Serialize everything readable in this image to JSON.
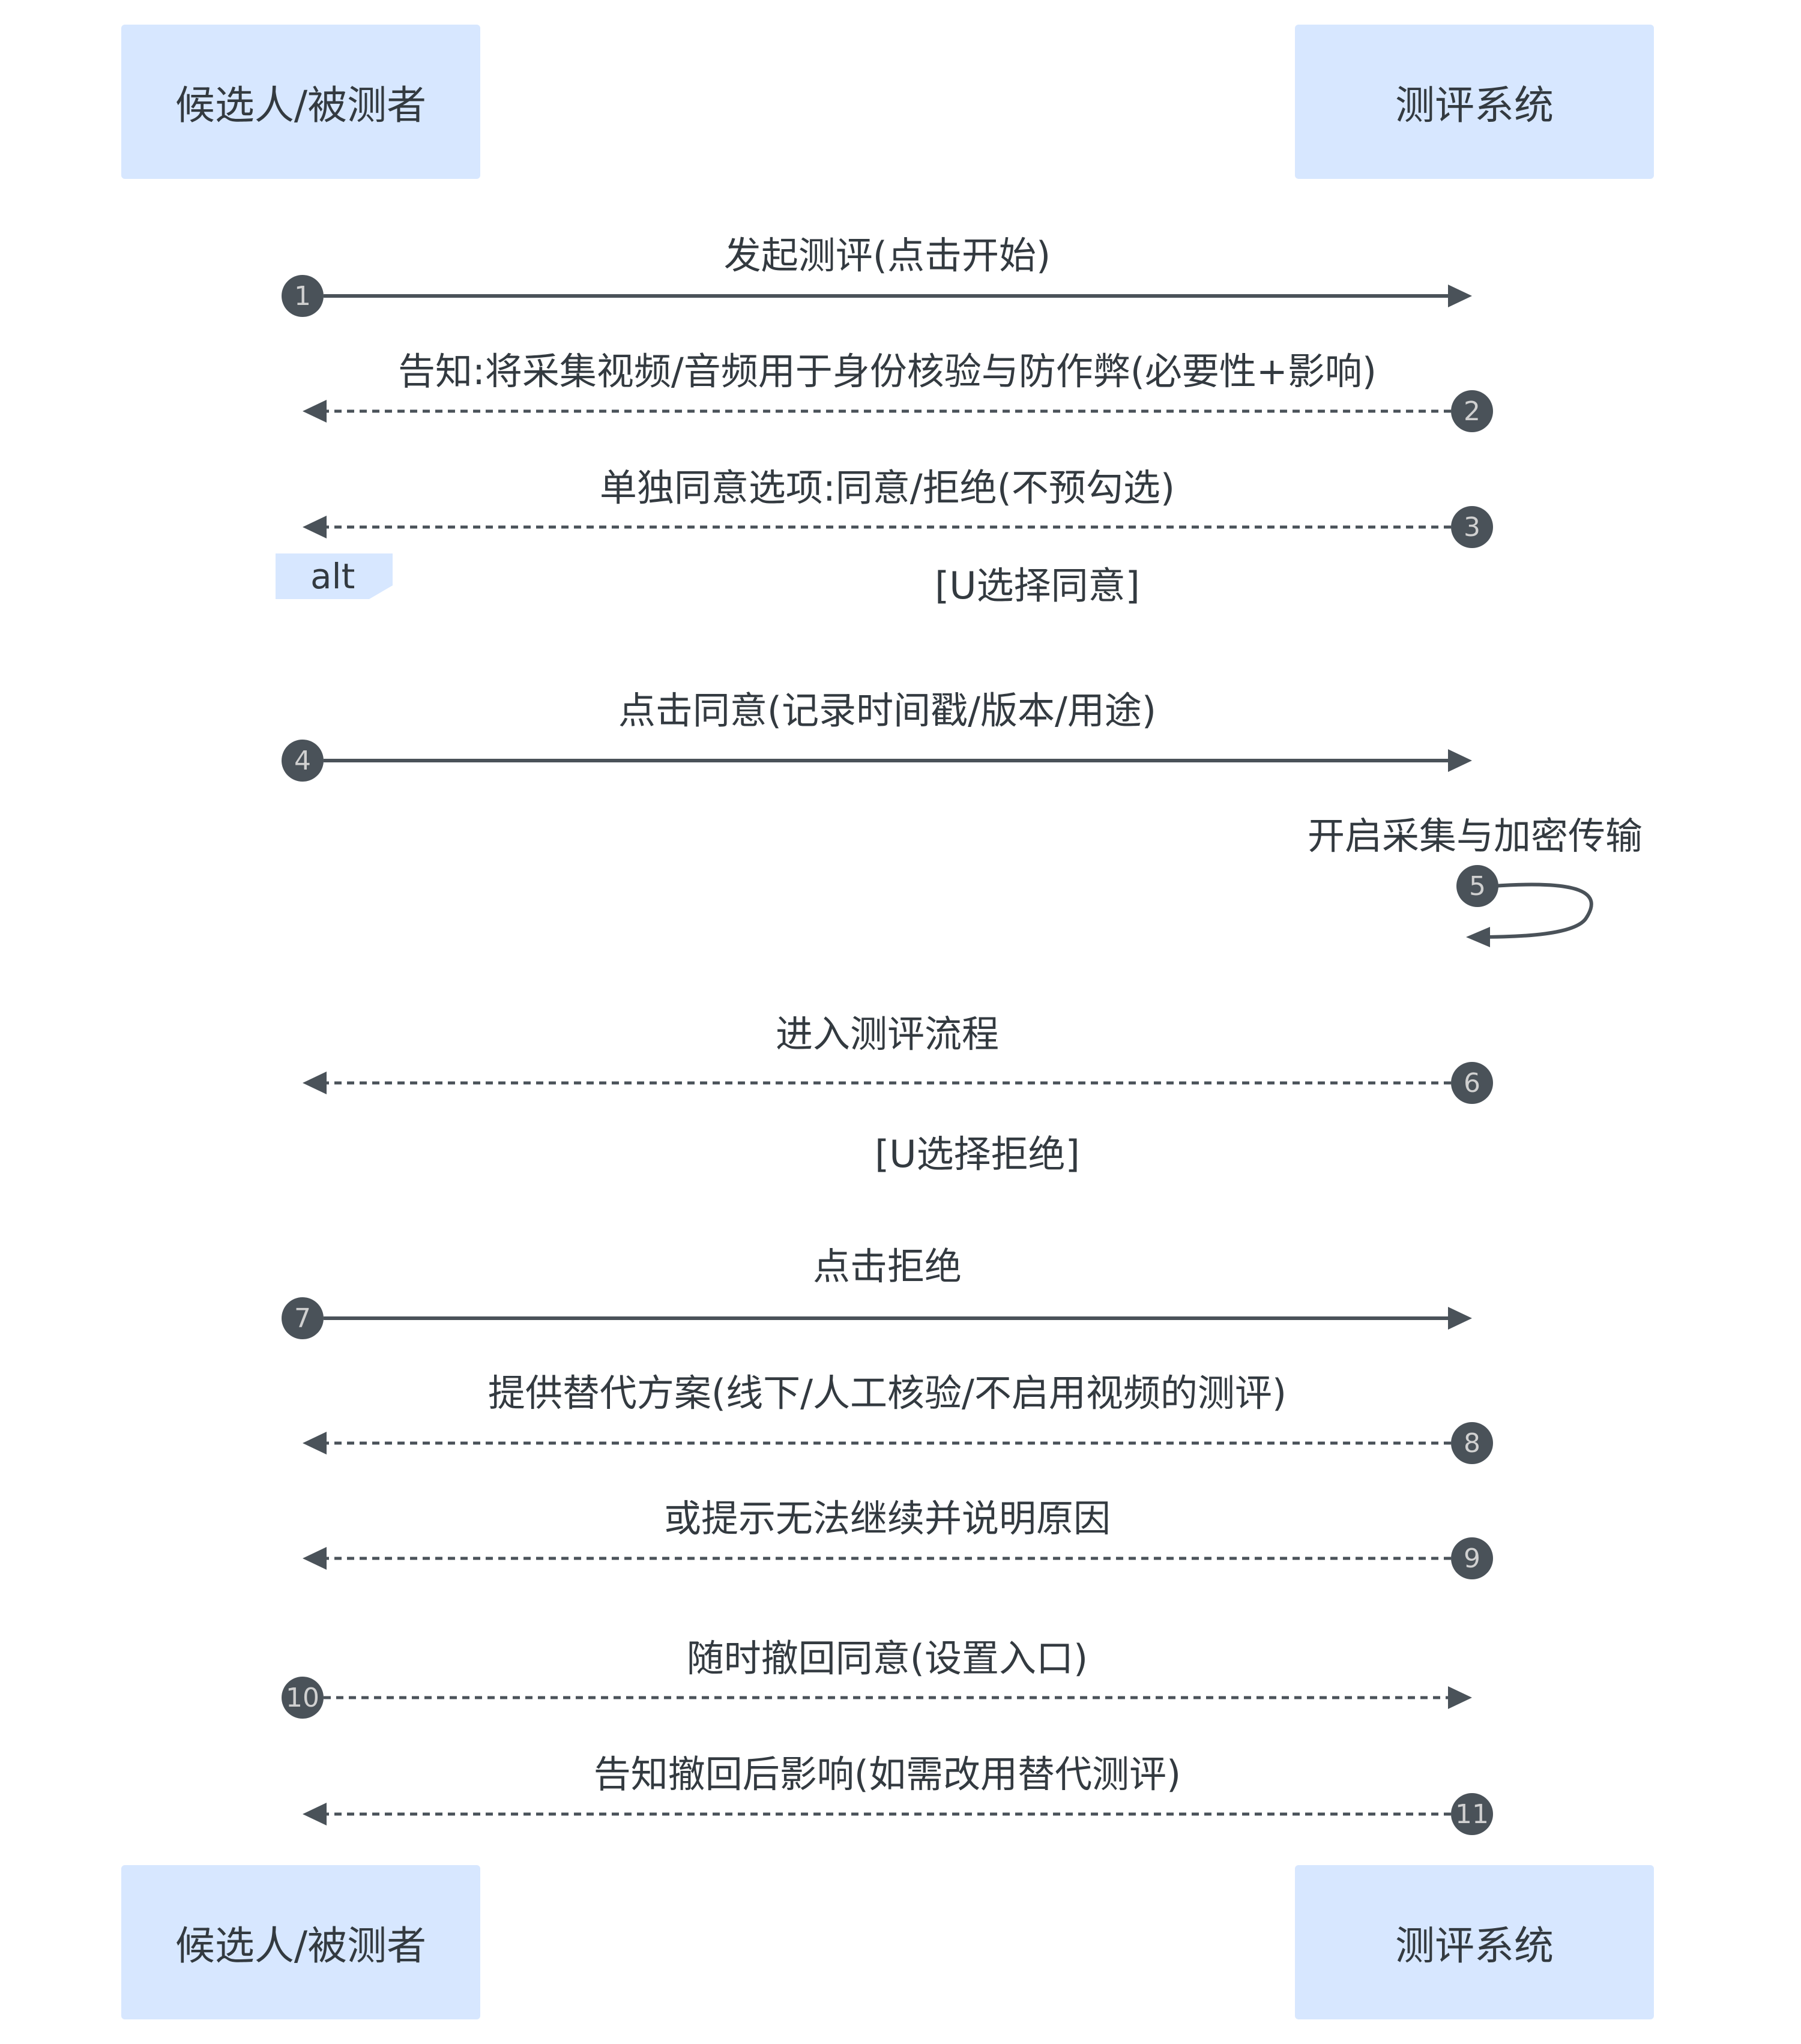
{
  "participants": {
    "left": "候选人/被测者",
    "right": "测评系统"
  },
  "colors": {
    "actor_fill": "#d7e7ff",
    "line": "#4a5259",
    "text": "#333a40"
  },
  "alt": {
    "label": "alt",
    "conditions": [
      "[U选择同意]",
      "[U选择拒绝]"
    ]
  },
  "messages": [
    {
      "num": "1",
      "text": "发起测评(点击开始)",
      "from": "left",
      "to": "right",
      "style": "solid"
    },
    {
      "num": "2",
      "text": "告知:将采集视频/音频用于身份核验与防作弊(必要性+影响)",
      "from": "right",
      "to": "left",
      "style": "dashed"
    },
    {
      "num": "3",
      "text": "单独同意选项:同意/拒绝(不预勾选)",
      "from": "right",
      "to": "left",
      "style": "dashed"
    },
    {
      "num": "4",
      "text": "点击同意(记录时间戳/版本/用途)",
      "from": "left",
      "to": "right",
      "style": "solid"
    },
    {
      "num": "5",
      "text": "开启采集与加密传输",
      "from": "right",
      "to": "right",
      "style": "solid"
    },
    {
      "num": "6",
      "text": "进入测评流程",
      "from": "right",
      "to": "left",
      "style": "dashed"
    },
    {
      "num": "7",
      "text": "点击拒绝",
      "from": "left",
      "to": "right",
      "style": "solid"
    },
    {
      "num": "8",
      "text": "提供替代方案(线下/人工核验/不启用视频的测评)",
      "from": "right",
      "to": "left",
      "style": "dashed"
    },
    {
      "num": "9",
      "text": "或提示无法继续并说明原因",
      "from": "right",
      "to": "left",
      "style": "dashed"
    },
    {
      "num": "10",
      "text": "随时撤回同意(设置入口)",
      "from": "left",
      "to": "right",
      "style": "dashed"
    },
    {
      "num": "11",
      "text": "告知撤回后影响(如需改用替代测评)",
      "from": "right",
      "to": "left",
      "style": "dashed"
    }
  ]
}
